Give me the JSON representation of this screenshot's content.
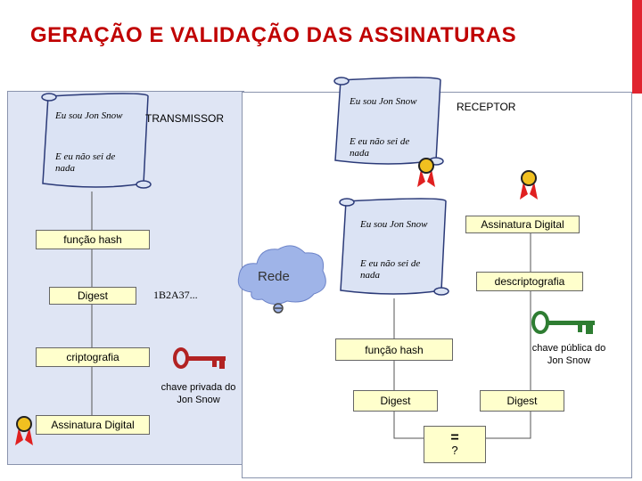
{
  "title": "GERAÇÃO E VALIDAÇÃO DAS ASSINATURAS",
  "sender": {
    "heading": "TRANSMISSOR",
    "message_line1": "Eu sou Jon Snow",
    "message_line2": "E eu não sei de nada",
    "hash_step": "função hash",
    "digest": "Digest",
    "digest_value": "1B2A37...",
    "encrypt_step": "criptografia",
    "private_key": "chave privada do Jon Snow",
    "signature": "Assinatura Digital"
  },
  "network": {
    "label": "Rede"
  },
  "receiver": {
    "heading": "RECEPTOR",
    "message_line1": "Eu sou Jon Snow",
    "message_line2": "E eu não sei de nada",
    "signature": "Assinatura Digital",
    "decrypt_step": "descriptografia",
    "hash_step": "função hash",
    "public_key": "chave pública do Jon Snow",
    "digest_left": "Digest",
    "digest_right": "Digest",
    "compare_symbol": "=",
    "compare_question": "?"
  },
  "colors": {
    "title": "#c00000",
    "panel": "#dfe5f4",
    "box": "#ffffcc",
    "private_key": "#b22222",
    "public_key": "#2e7d32"
  }
}
